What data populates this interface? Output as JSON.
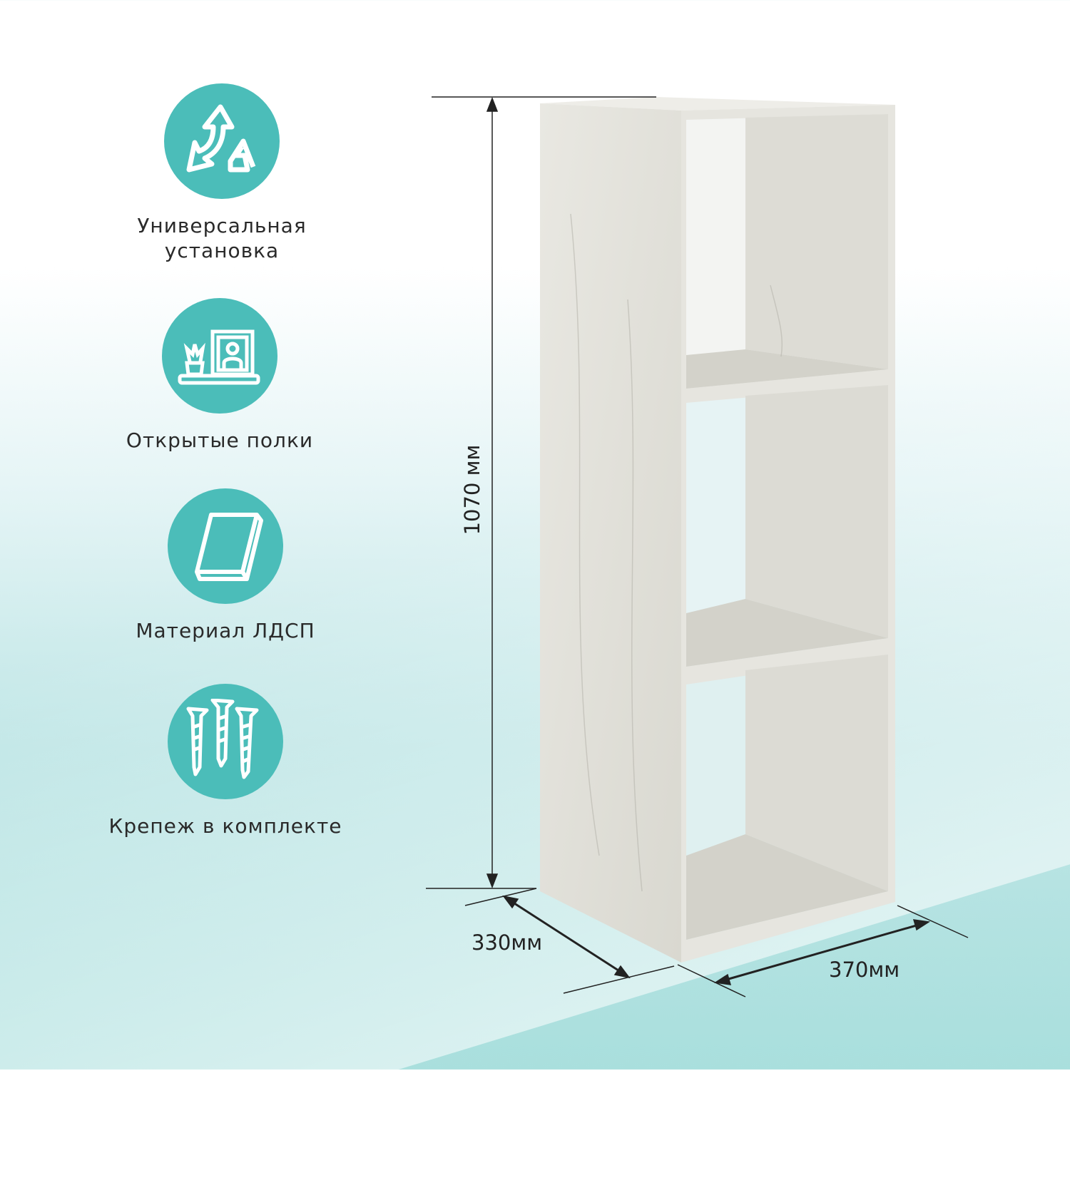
{
  "features": [
    {
      "icon": "install-arrows-icon",
      "label": "Универсальная установка"
    },
    {
      "icon": "open-shelf-icon",
      "label": "Открытые полки"
    },
    {
      "icon": "chipboard-panel-icon",
      "label": "Материал ЛДСП"
    },
    {
      "icon": "screws-icon",
      "label": "Крепеж в комплекте"
    }
  ],
  "dimensions": {
    "height": "1070 мм",
    "depth": "330мм",
    "width": "370мм"
  },
  "colors": {
    "accent": "#4bbdb9",
    "wood": "#e3e2dc"
  }
}
